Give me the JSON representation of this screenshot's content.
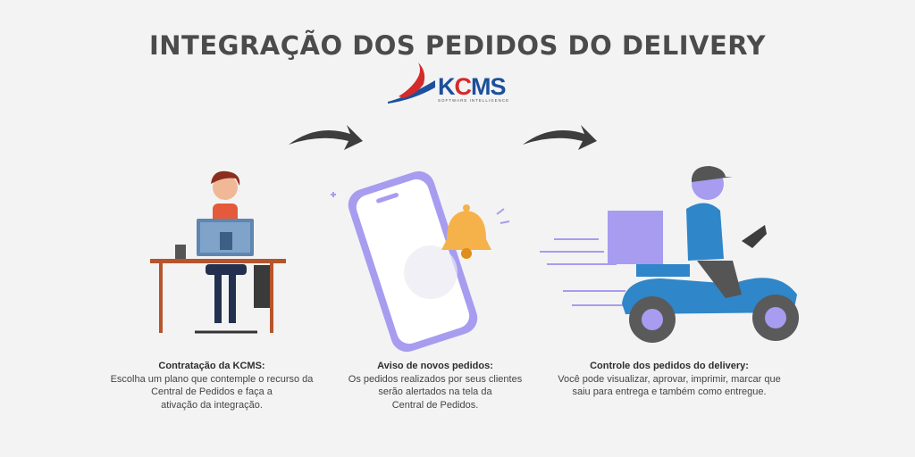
{
  "title": "INTEGRAÇÃO DOS PEDIDOS DO DELIVERY",
  "logo": {
    "name_prefix": "K",
    "name_c": "C",
    "name_suffix": "MS",
    "tagline": "SOFTWARE INTELLIGENCE"
  },
  "colors": {
    "background": "#f3f3f3",
    "brand_blue": "#1d4f9c",
    "brand_red": "#d42a2a",
    "purple": "#a79cf0",
    "scooter_blue": "#2f86c9"
  },
  "steps": [
    {
      "heading": "Contratação da KCMS:",
      "lines": [
        "Escolha um plano que contemple o recurso da",
        "Central de Pedidos e faça a",
        "ativação da integração."
      ]
    },
    {
      "heading": "Aviso de novos pedidos:",
      "lines": [
        "Os pedidos realizados por seus clientes",
        "serão alertados na tela da",
        "Central de Pedidos."
      ]
    },
    {
      "heading": "Controle dos pedidos do delivery:",
      "lines": [
        "Você pode visualizar, aprovar, imprimir, marcar que",
        "saiu para entrega e também como entregue."
      ]
    }
  ]
}
